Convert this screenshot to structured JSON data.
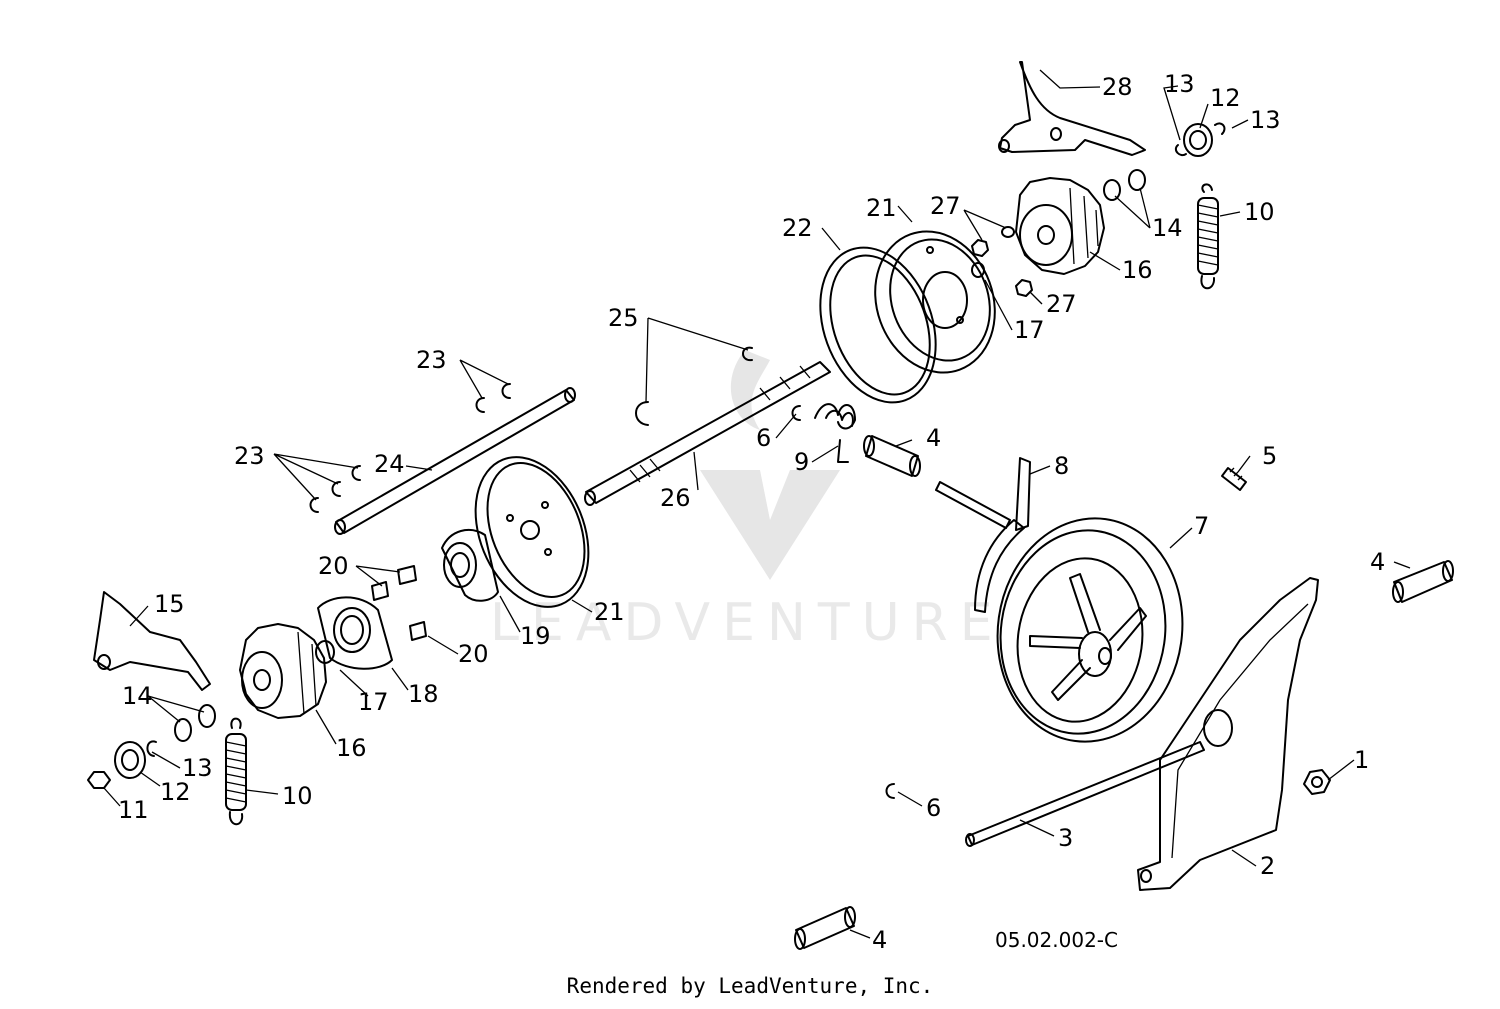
{
  "figure_code": "05.02.002-C",
  "footer": "Rendered by LeadVenture, Inc.",
  "watermark": "LEADVENTURE",
  "callouts": [
    "28",
    "13",
    "12",
    "13",
    "14",
    "10",
    "21",
    "27",
    "22",
    "16",
    "27",
    "17",
    "25",
    "23",
    "6",
    "4",
    "9",
    "23",
    "24",
    "26",
    "8",
    "5",
    "7",
    "20",
    "21",
    "4",
    "19",
    "15",
    "20",
    "14",
    "17",
    "18",
    "16",
    "1",
    "13",
    "12",
    "11",
    "10",
    "6",
    "3",
    "2",
    "4"
  ]
}
